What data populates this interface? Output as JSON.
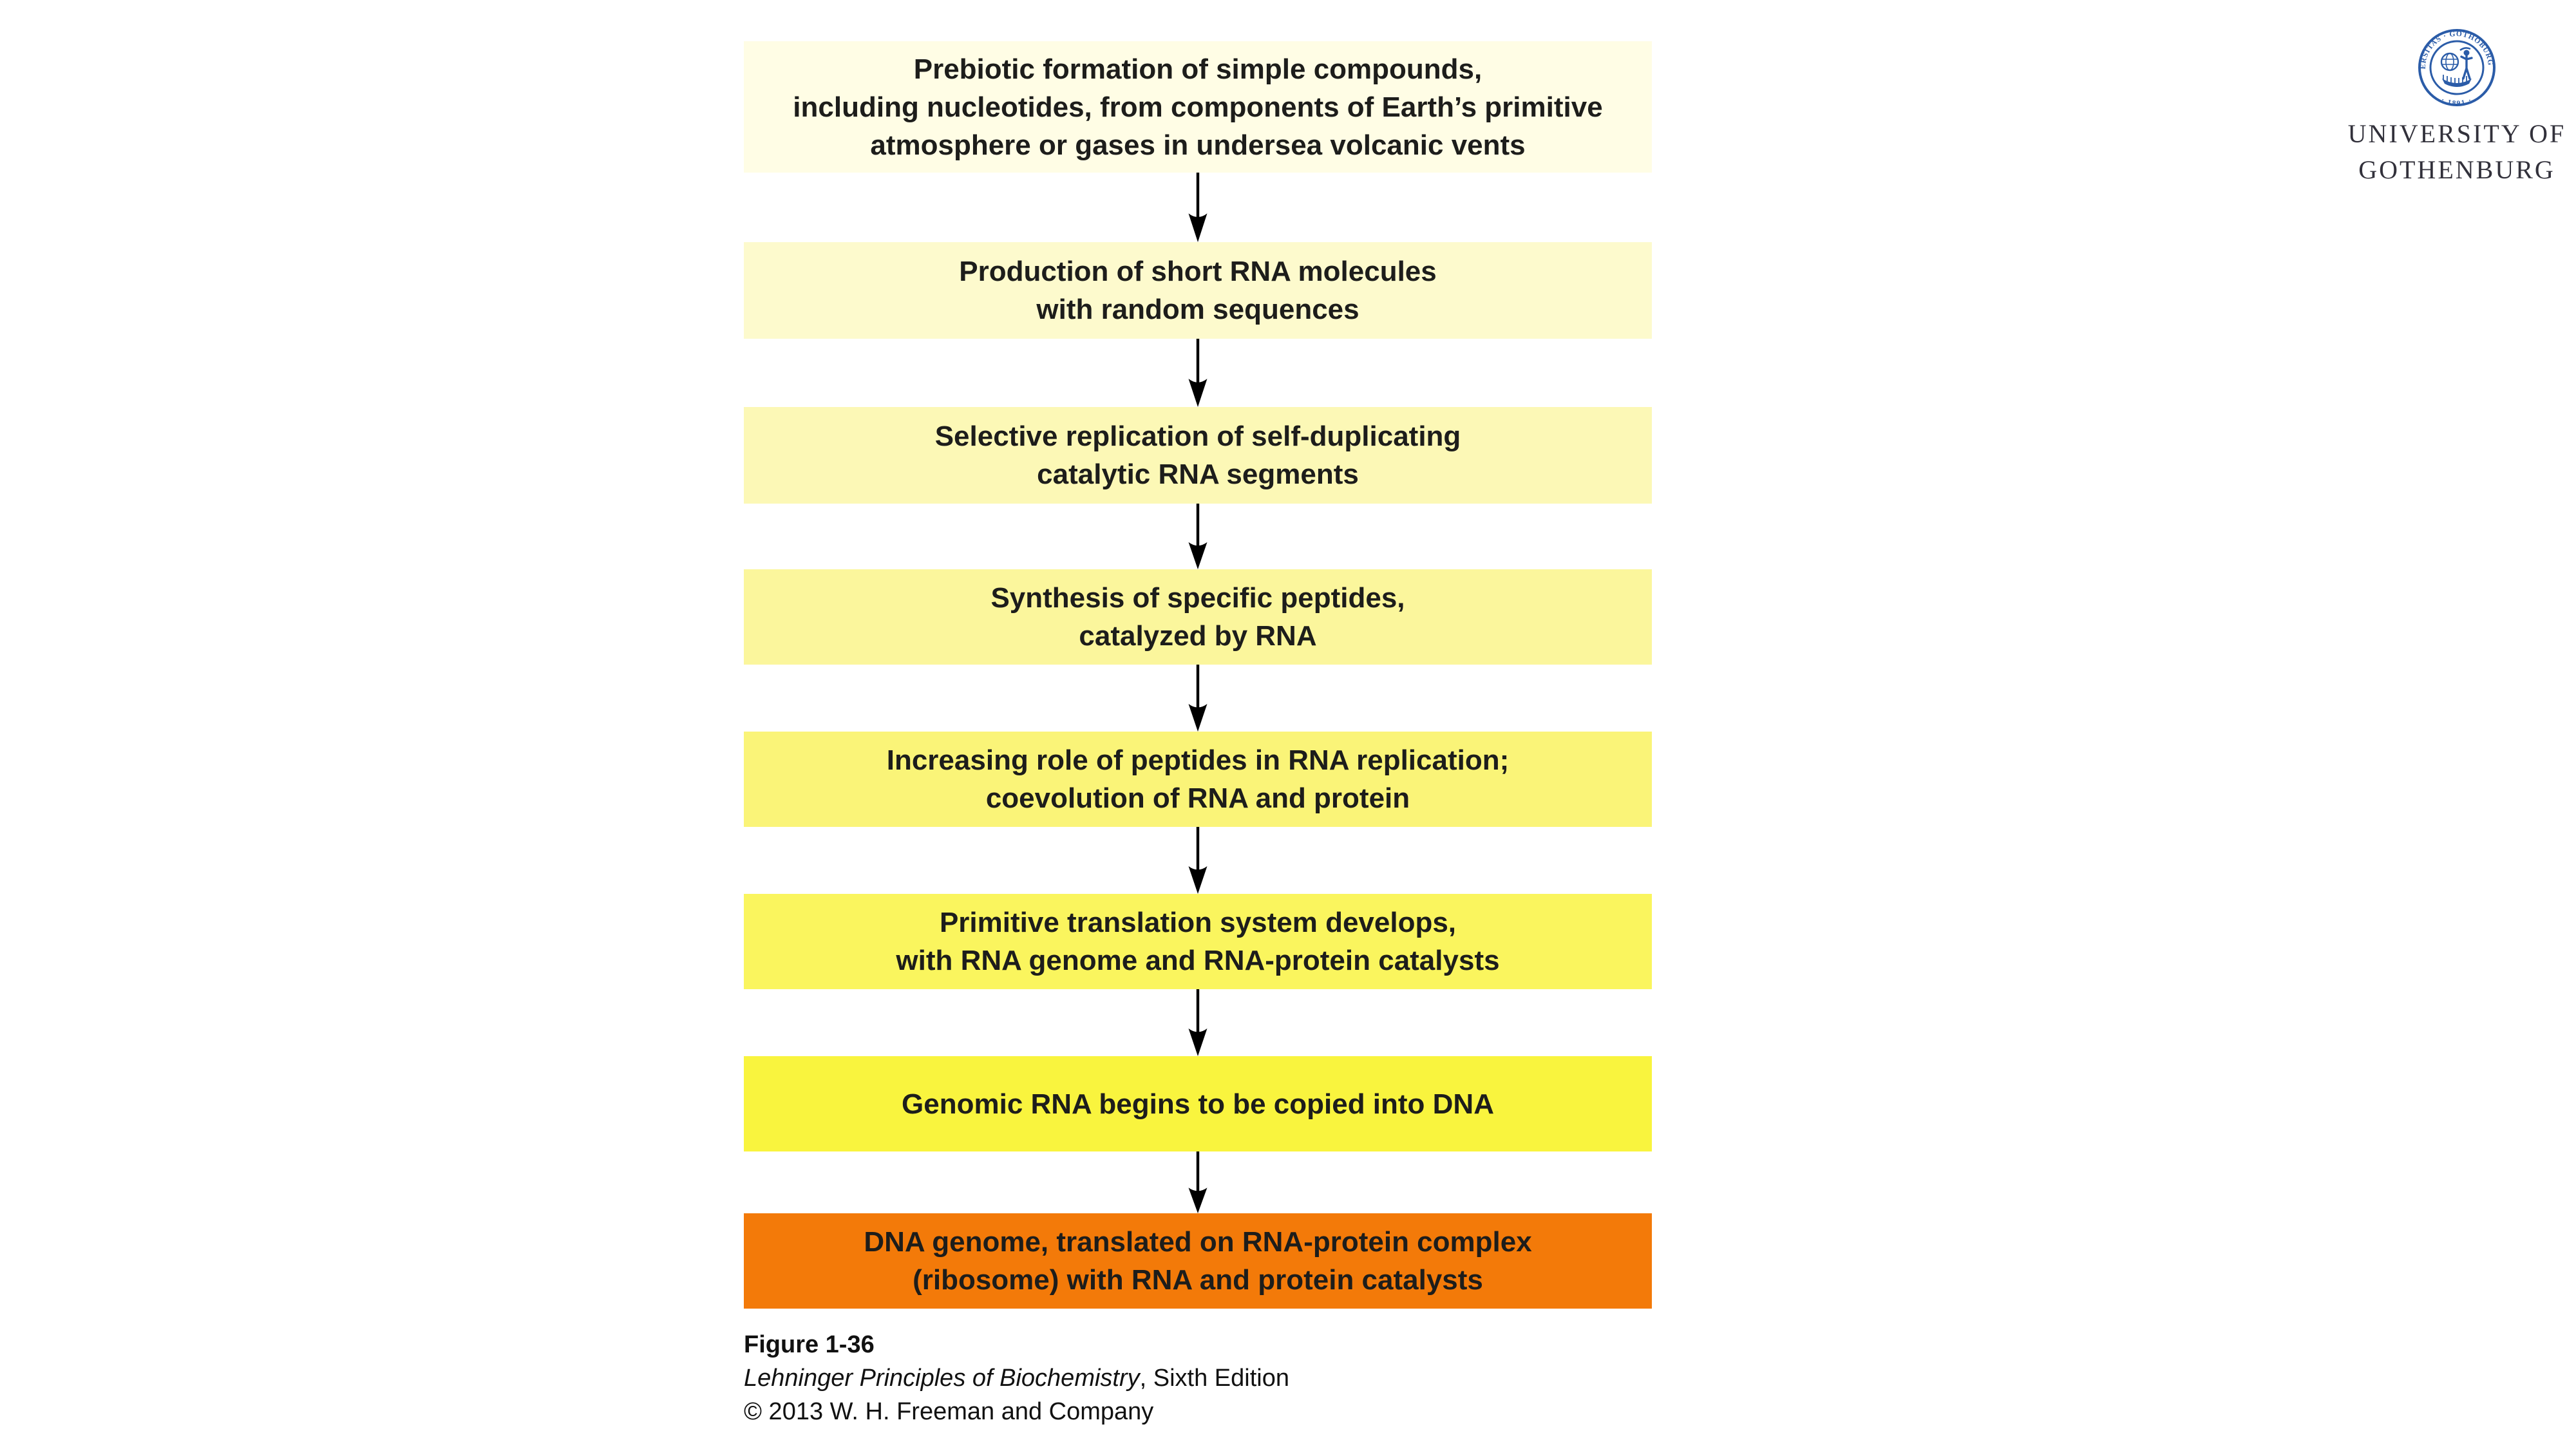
{
  "page": {
    "background": "#ffffff"
  },
  "flow": {
    "text_color": "#1d1d1b",
    "arrow_color": "#000000",
    "steps": [
      {
        "text": "Prebiotic formation of simple compounds,\nincluding nucleotides, from components of Earth’s primitive\natmosphere or gases in undersea volcanic vents",
        "color": "#fffde5"
      },
      {
        "text": "Production of short RNA molecules\nwith random sequences",
        "color": "#fdfacd"
      },
      {
        "text": "Selective replication of self-duplicating\ncatalytic RNA segments",
        "color": "#fcf8b6"
      },
      {
        "text": "Synthesis of specific peptides,\ncatalyzed by RNA",
        "color": "#fbf69c"
      },
      {
        "text": "Increasing role of peptides in RNA replication;\ncoevolution of RNA and protein",
        "color": "#faf478"
      },
      {
        "text": "Primitive translation system develops,\nwith RNA genome and RNA-protein catalysts",
        "color": "#faf55e"
      },
      {
        "text": "Genomic RNA begins to be copied into DNA",
        "color": "#f9f43e"
      },
      {
        "text": "DNA genome, translated on RNA-protein complex\n(ribosome) with RNA and protein catalysts",
        "color": "#f37a09"
      }
    ]
  },
  "caption": {
    "figure_label": "Figure 1-36",
    "book_title": "Lehninger Principles of Biochemistry",
    "edition": ", Sixth Edition",
    "copyright": "© 2013 W. H. Freeman and Company"
  },
  "logo": {
    "seal_color": "#2b5ca8",
    "text_color": "#32313b",
    "seal_text_top": "UNIVERSITAS · GOTHOBURGENSIS",
    "seal_text_bottom": "· 1891 ·",
    "institution": "UNIVERSITY OF\nGOTHENBURG"
  }
}
